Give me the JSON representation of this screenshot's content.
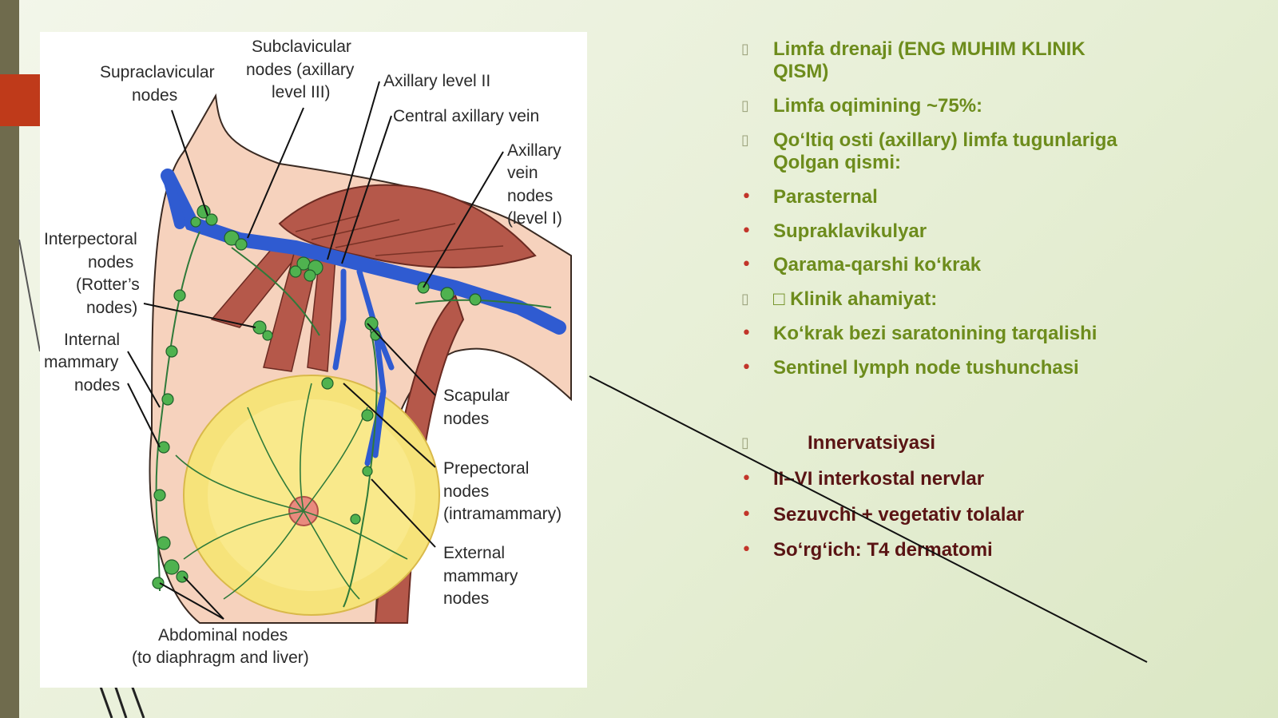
{
  "slide": {
    "accent_color": "#bf3a1a",
    "sidebar_color": "#6f6b4d",
    "text_green": "#6d8c1c",
    "text_maroon": "#5a1414"
  },
  "figure": {
    "labels": {
      "supraclavicular_1": "Supraclavicular",
      "supraclavicular_2": "nodes",
      "subclavicular_1": "Subclavicular",
      "subclavicular_2": "nodes (axillary",
      "subclavicular_3": "level III)",
      "axillary_level_ii": "Axillary level II",
      "central_axillary_vein": "Central axillary vein",
      "axillary_vein_1": "Axillary",
      "axillary_vein_2": "vein",
      "axillary_vein_3": "nodes",
      "axillary_vein_4": "(level I)",
      "interpectoral_1": "Interpectoral",
      "interpectoral_2": "nodes",
      "interpectoral_3": "(Rotter’s",
      "interpectoral_4": "nodes)",
      "internal_1": "Internal",
      "internal_2": "mammary",
      "internal_3": "nodes",
      "scapular_1": "Scapular",
      "scapular_2": "nodes",
      "prepectoral_1": "Prepectoral",
      "prepectoral_2": "nodes",
      "prepectoral_3": "(intramammary)",
      "external_1": "External",
      "external_2": "mammary",
      "external_3": "nodes",
      "abdominal_1": "Abdominal nodes",
      "abdominal_2": "(to diaphragm and liver)"
    }
  },
  "bullets": [
    {
      "marker": "▯",
      "text": "Limfa drenaji (ENG MUHIM KLINIK QISM)"
    },
    {
      "marker": "▯",
      "text": "Limfa oqimining ~75%:"
    },
    {
      "marker": "▯",
      "text": " Qo‘ltiq osti (axillary) limfa tugunlariga Qolgan qismi:"
    },
    {
      "marker": "•",
      "text": "Parasternal"
    },
    {
      "marker": "•",
      "text": "Supraklavikulyar"
    },
    {
      "marker": "•",
      "text": "Qarama-qarshi ko‘krak"
    },
    {
      "marker": "▯",
      "text": "□ Klinik ahamiyat:"
    },
    {
      "marker": "•",
      "text": "Ko‘krak bezi saratonining tarqalishi"
    },
    {
      "marker": "•",
      "text": "Sentinel lymph node tushunchasi"
    },
    {
      "marker": "▯",
      "text": "Innervatsiyasi"
    },
    {
      "marker": "•",
      "text": "II–VI interkostal nervlar"
    },
    {
      "marker": "•",
      "text": "Sezuvchi + vegetativ tolalar"
    },
    {
      "marker": "•",
      "text": "So‘rg‘ich: T4 dermatomi"
    }
  ]
}
